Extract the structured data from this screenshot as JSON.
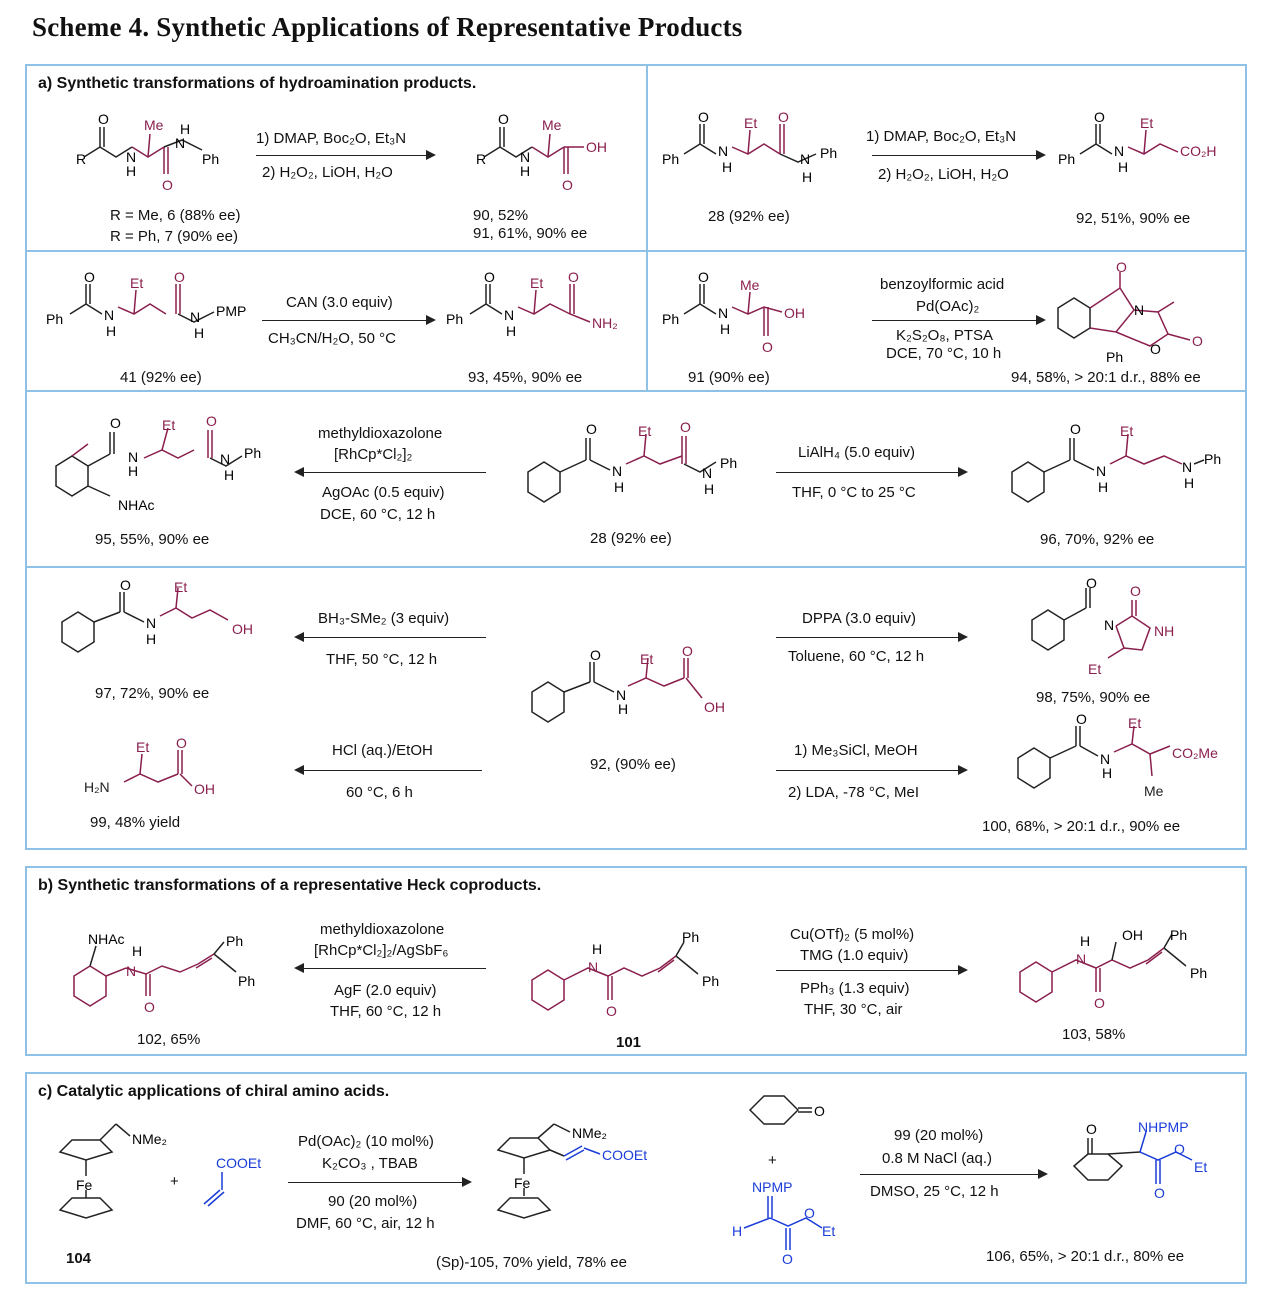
{
  "title": "Scheme 4. Synthetic Applications of Representative Products",
  "colors": {
    "accent_border": "#8fc1e6",
    "structure_highlight": "#8a1f4e",
    "structure_blue": "#1a3cd8"
  },
  "panel_a": {
    "title": "a) Synthetic transformations of hydroamination products.",
    "r1": {
      "sm_label_1": "R = Me, 6 (88% ee)",
      "sm_label_2": "R = Ph, 7 (90% ee)",
      "cond_1": "1) DMAP, Boc₂O, Et₃N",
      "cond_2": "2) H₂O₂, LiOH, H₂O",
      "prod_label_1": "90, 52%",
      "prod_label_2": "91, 61%, 90% ee"
    },
    "r2": {
      "sm_label": "28 (92% ee)",
      "cond_1": "1) DMAP, Boc₂O, Et₃N",
      "cond_2": "2) H₂O₂, LiOH, H₂O",
      "prod_label": "92, 51%, 90% ee"
    },
    "r3": {
      "sm_label": "41 (92% ee)",
      "cond_1": "CAN (3.0 equiv)",
      "cond_2": "CH₃CN/H₂O, 50 °C",
      "prod_label": "93, 45%, 90% ee"
    },
    "r4": {
      "sm_label": "91 (90% ee)",
      "cond_1": "benzoylformic acid",
      "cond_2": "Pd(OAc)₂",
      "cond_3": "K₂S₂O₈, PTSA",
      "cond_4": "DCE, 70 °C, 10 h",
      "prod_label": "94, 58%, > 20:1 d.r., 88% ee"
    },
    "r5": {
      "left_label": "95, 55%, 90% ee",
      "left_cond_1": "methyldioxazolone",
      "left_cond_2": "[RhCp*Cl₂]₂",
      "left_cond_3": "AgOAc (0.5 equiv)",
      "left_cond_4": "DCE, 60 °C, 12 h",
      "center_label": "28 (92% ee)",
      "right_cond_1": "LiAlH₄ (5.0 equiv)",
      "right_cond_2": "THF, 0 °C to 25 °C",
      "right_label": "96, 70%, 92% ee"
    },
    "r6": {
      "ul_cond_1": "BH₃-SMe₂ (3 equiv)",
      "ul_cond_2": "THF, 50 °C, 12 h",
      "ul_label": "97, 72%, 90% ee",
      "ur_cond_1": "DPPA (3.0 equiv)",
      "ur_cond_2": "Toluene, 60 °C, 12 h",
      "ur_label": "98, 75%, 90% ee",
      "center_label": "92, (90% ee)",
      "ll_cond_1": "HCl (aq.)/EtOH",
      "ll_cond_2": "60 °C, 6 h",
      "ll_label": "99, 48% yield",
      "lr_cond_1": "1) Me₃SiCl, MeOH",
      "lr_cond_2": "2) LDA, -78 °C, MeI",
      "lr_label": "100, 68%, > 20:1 d.r., 90% ee"
    }
  },
  "panel_b": {
    "title": "b) Synthetic transformations of a representative Heck coproducts.",
    "left_cond_1": "methyldioxazolone",
    "left_cond_2": "[RhCp*Cl₂]₂/AgSbF₆",
    "left_cond_3": "AgF (2.0 equiv)",
    "left_cond_4": "THF, 60 °C, 12 h",
    "left_label": "102, 65%",
    "center_label": "101",
    "right_cond_1": "Cu(OTf)₂ (5 mol%)",
    "right_cond_2": "TMG (1.0 equiv)",
    "right_cond_3": "PPh₃ (1.3 equiv)",
    "right_cond_4": "THF, 30 °C, air",
    "right_label": "103, 58%"
  },
  "panel_c": {
    "title": "c) Catalytic applications of chiral amino acids.",
    "r1_cond_1": "Pd(OAc)₂  (10 mol%)",
    "r1_cond_2": "K₂CO₃ , TBAB",
    "r1_cond_3": "90 (20 mol%)",
    "r1_cond_4": "DMF, 60 °C, air, 12 h",
    "sm_label": "104",
    "plus_1": "+",
    "prod1_label": "(Sp)-105, 70% yield, 78% ee",
    "plus_2": "+",
    "r2_cond_1": "99 (20 mol%)",
    "r2_cond_2": "0.8 M NaCl (aq.)",
    "r2_cond_3": "DMSO, 25 °C, 12 h",
    "prod2_label": "106, 65%, > 20:1 d.r., 80% ee"
  },
  "atoms": {
    "R": "R",
    "Me": "Me",
    "Et": "Et",
    "Ph": "Ph",
    "O": "O",
    "N": "N",
    "H": "H",
    "NH": "NH",
    "OH": "OH",
    "NH2": "NH₂",
    "H2N": "H₂N",
    "CO2H": "CO₂H",
    "CO2Me": "CO₂Me",
    "NHAc": "NHAc",
    "PMP": "PMP",
    "NMe2": "NMe₂",
    "Fe": "Fe",
    "COOEt": "COOEt",
    "NPMP": "NPMP",
    "NHPMP": "NHPMP"
  }
}
